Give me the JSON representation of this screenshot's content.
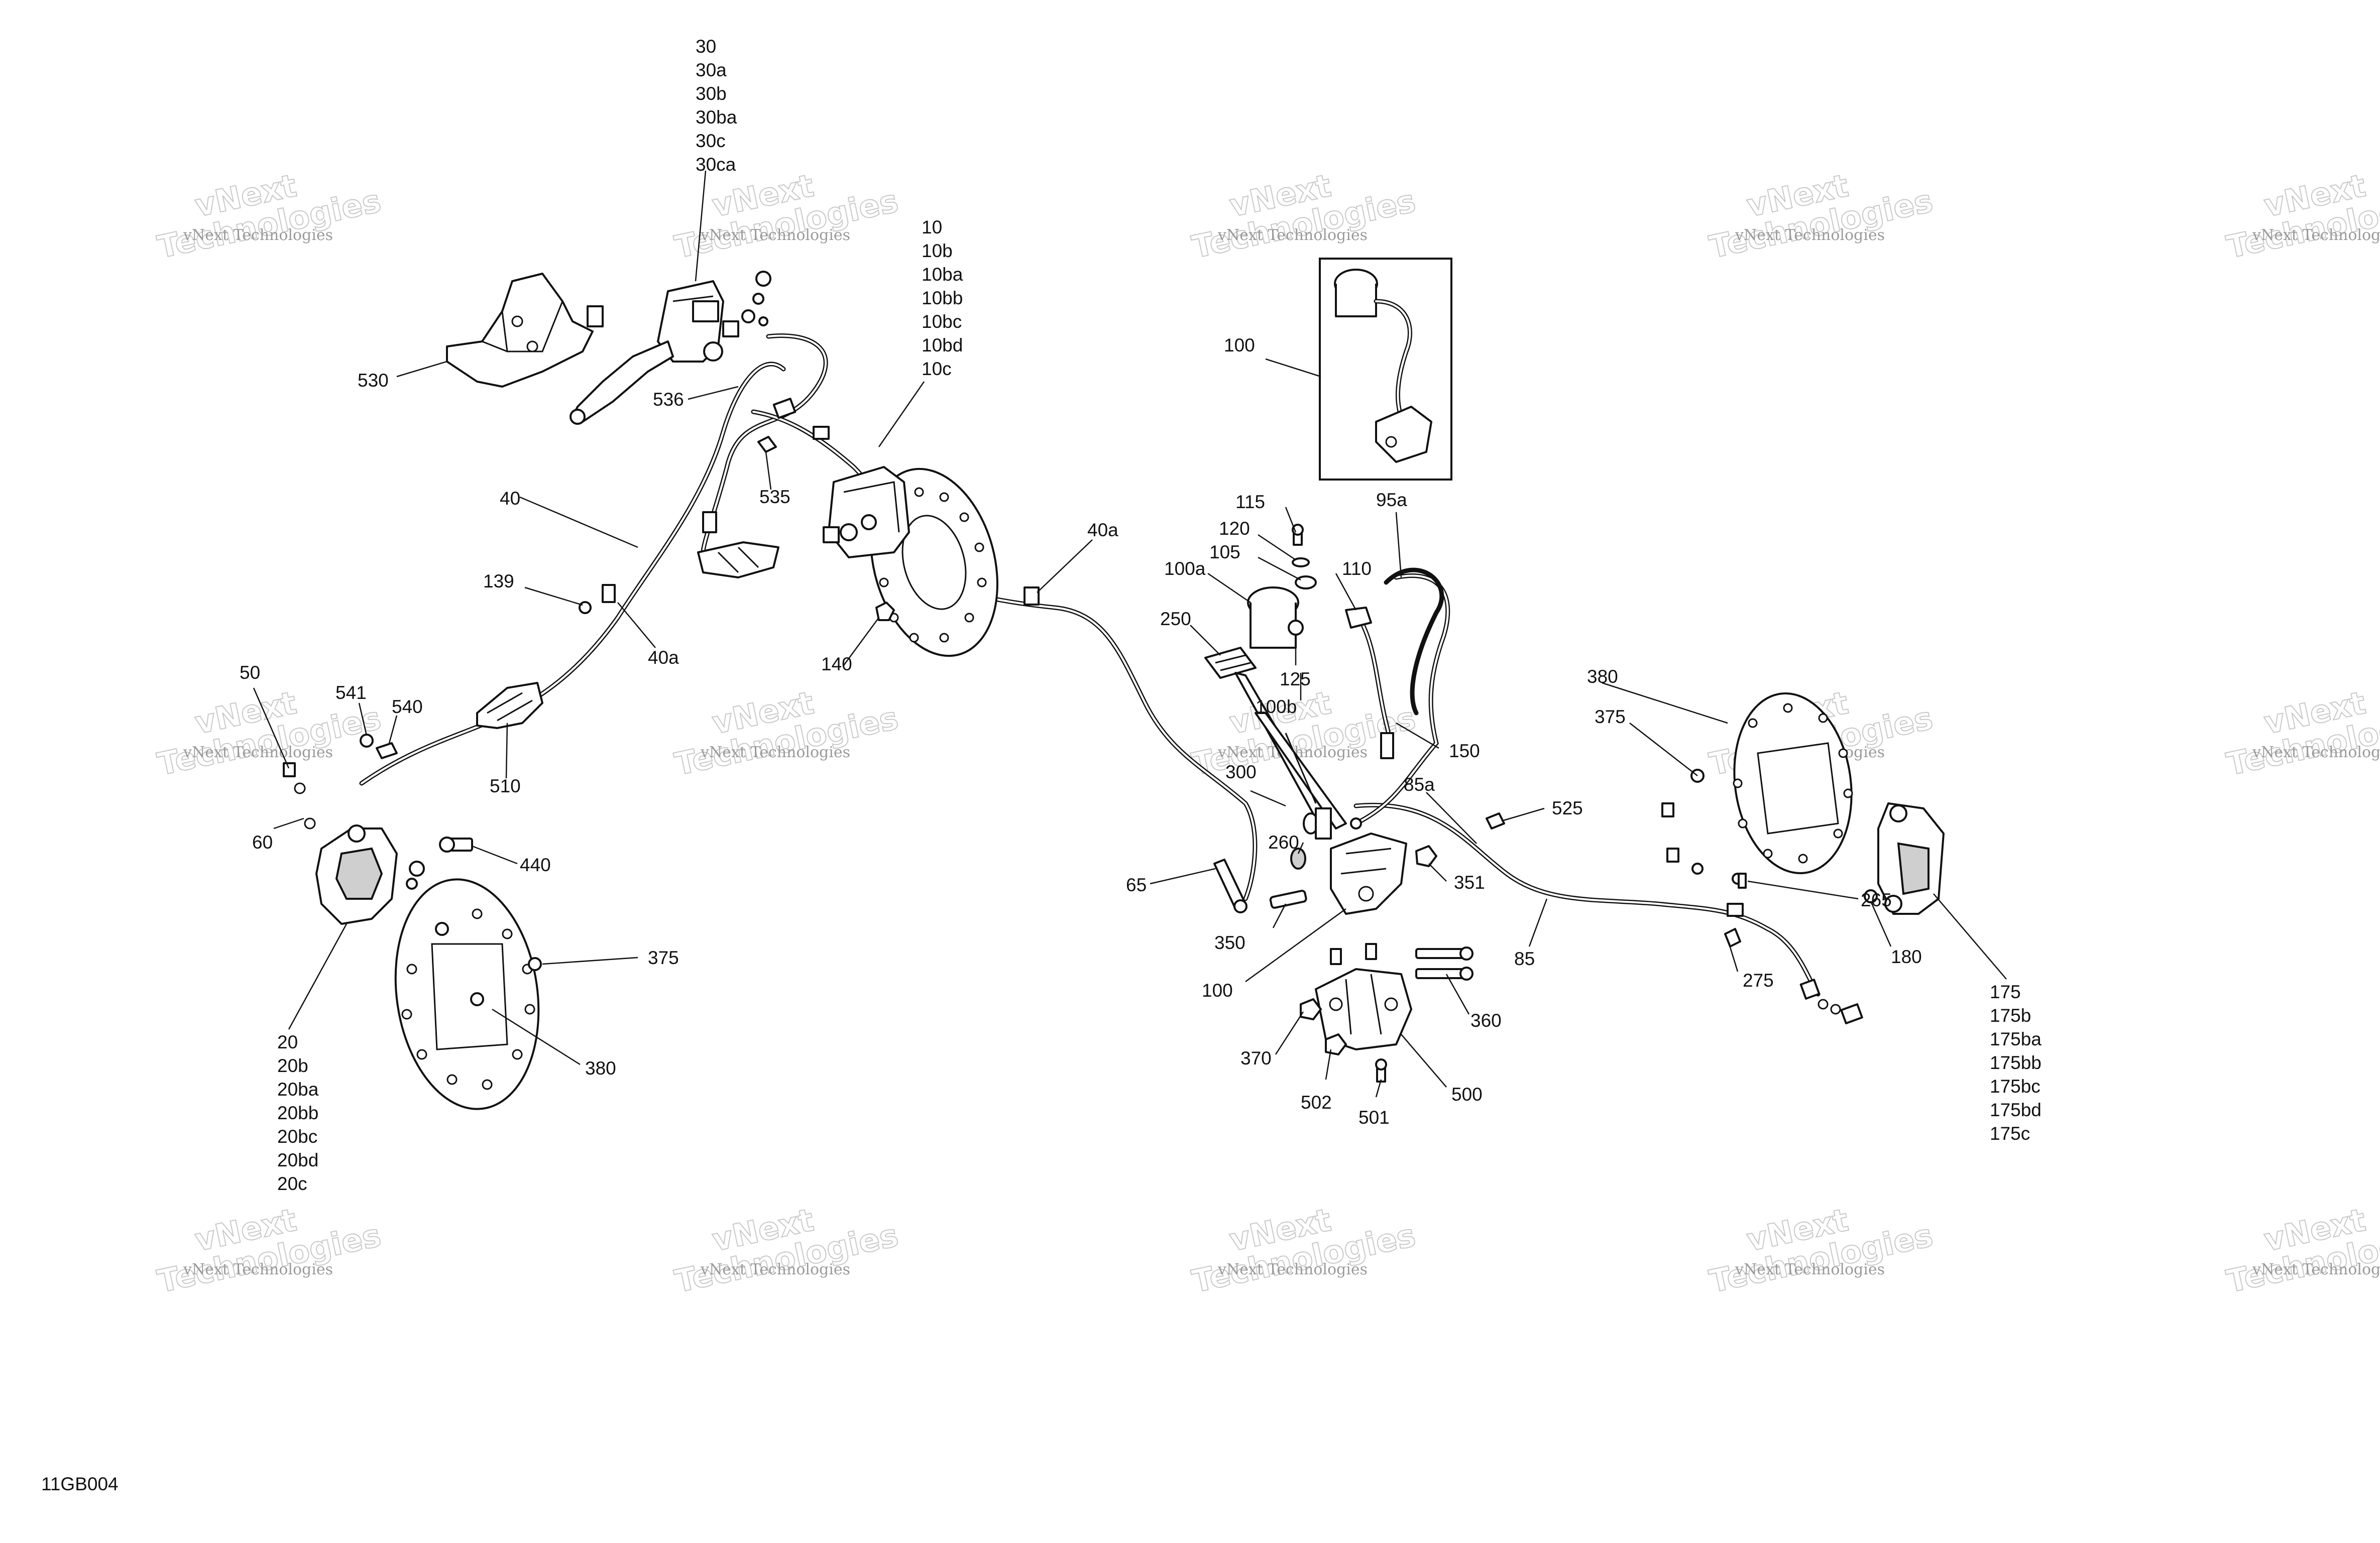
{
  "diagram": {
    "code": "11GB004",
    "watermark": {
      "small": "vNext Technologies",
      "big_line1": "vNext",
      "big_line2": "Technologies"
    },
    "callouts": {
      "c30": [
        "30",
        "30a",
        "30b",
        "30ba",
        "30c",
        "30ca"
      ],
      "c10": [
        "10",
        "10b",
        "10ba",
        "10bb",
        "10bc",
        "10bd",
        "10c"
      ],
      "c20": [
        "20",
        "20b",
        "20ba",
        "20bb",
        "20bc",
        "20bd",
        "20c"
      ],
      "c175": [
        "175",
        "175b",
        "175ba",
        "175bb",
        "175bc",
        "175bd",
        "175c"
      ],
      "l530": "530",
      "l536": "536",
      "l535": "535",
      "l40": "40",
      "l139": "139",
      "l40a_left": "40a",
      "l40a_mid": "40a",
      "l140": "140",
      "l50": "50",
      "l541": "541",
      "l540": "540",
      "l510": "510",
      "l60": "60",
      "l440": "440",
      "l375_left": "375",
      "l380_left": "380",
      "l100_top": "100",
      "l95a": "95a",
      "l115": "115",
      "l120": "120",
      "l105": "105",
      "l100a": "100a",
      "l110": "110",
      "l250": "250",
      "l125": "125",
      "l100b": "100b",
      "l150": "150",
      "l300": "300",
      "l85a": "85a",
      "l525": "525",
      "l260": "260",
      "l65": "65",
      "l351": "351",
      "l350": "350",
      "l100_mid": "100",
      "l85": "85",
      "l360": "360",
      "l370": "370",
      "l502": "502",
      "l501": "501",
      "l500": "500",
      "l380_right": "380",
      "l375_right": "375",
      "l265": "265",
      "l275": "275",
      "l180": "180"
    }
  }
}
